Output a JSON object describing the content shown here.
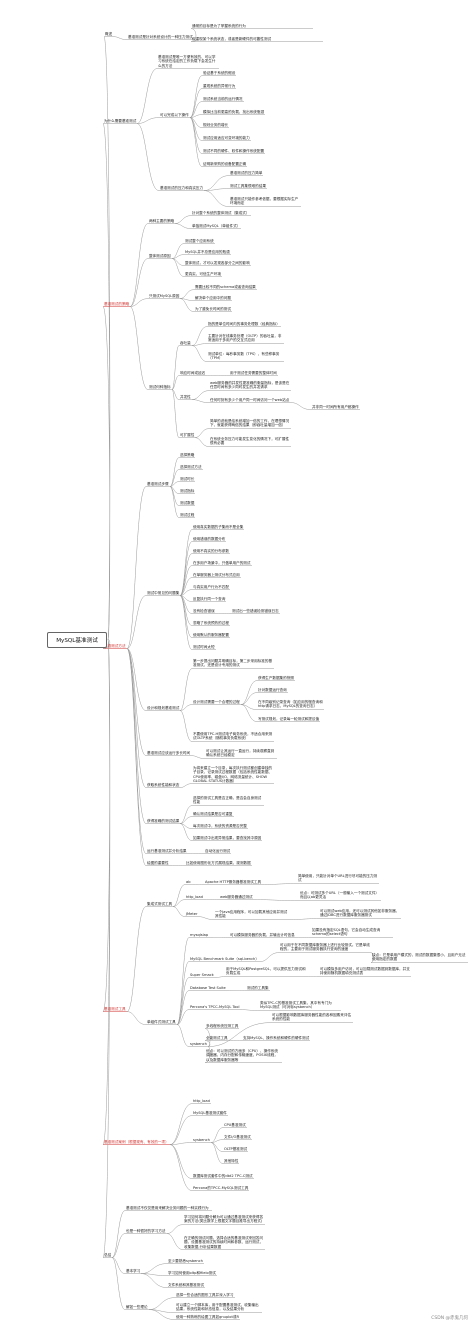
{
  "root": "MySQL基准测试",
  "watermark": "CSDN @赤鬼几何",
  "nodes": [
    {
      "id": "s1",
      "text": "概述"
    },
    {
      "id": "s1a",
      "text": "基准测试是针对系统设计的一种压力测试"
    },
    {
      "id": "s1a1",
      "text": "通常的目标是为了掌握系统的行为"
    },
    {
      "id": "s1a2",
      "text": "但重现某个系统状态，或者是新硬件的可靠性测试"
    },
    {
      "id": "s2",
      "text": "为什么需要基准测试"
    },
    {
      "id": "s2a",
      "text": "基准测试是唯一方便有效的、可以学习系统在给定的工作负载下会发生什么的方法"
    },
    {
      "id": "s2b",
      "text": "可以完成以下操作"
    },
    {
      "id": "s2b1",
      "text": "验证基于系统的假设"
    },
    {
      "id": "s2b2",
      "text": "重现系统的异常行为"
    },
    {
      "id": "s2b3",
      "text": "测试系统当前的运行情况"
    },
    {
      "id": "s2b4",
      "text": "模拟比当前更高的负载，找出系统瓶颈"
    },
    {
      "id": "s2b5",
      "text": "规划业务的增长"
    },
    {
      "id": "s2b6",
      "text": "测试应用适应可变环境的能力"
    },
    {
      "id": "s2b7",
      "text": "测试不同的硬件、软件和操作系统配置"
    },
    {
      "id": "s2b8",
      "text": "证明新采购的设备配置正确"
    },
    {
      "id": "s2c",
      "text": "基准测试的压力和真实压力"
    },
    {
      "id": "s2c1",
      "text": "基准测试的压力简单"
    },
    {
      "id": "s2c2",
      "text": "测试工具集很难的结果"
    },
    {
      "id": "s2c3",
      "text": "基准测试只能作参考依据，要根据实际生产环境而定"
    },
    {
      "id": "s3",
      "text": "基准测试的策略",
      "red": true
    },
    {
      "id": "s3a",
      "text": "两种主要的策略"
    },
    {
      "id": "s3a1",
      "text": "针对整个系统的整体测试（集成式）"
    },
    {
      "id": "s3a2",
      "text": "单独测试MySQL（单组件式）"
    },
    {
      "id": "s3b",
      "text": "整体测试原因"
    },
    {
      "id": "s3b1",
      "text": "测试整个应用系统"
    },
    {
      "id": "s3b2",
      "text": "MySQL并不总是应用的瓶颈"
    },
    {
      "id": "s3b3",
      "text": "整体测试，才可以发现各部分之间的影响"
    },
    {
      "id": "s3b4",
      "text": "更真实、可信生产环境"
    },
    {
      "id": "s3c",
      "text": "只测试MySQL原因"
    },
    {
      "id": "s3c1",
      "text": "需要比较不同的schema或者查询结果"
    },
    {
      "id": "s3c2",
      "text": "解决单个应用中的问题"
    },
    {
      "id": "s3c3",
      "text": "为了避免长时间的测试"
    },
    {
      "id": "s3d",
      "text": "测试何种指标"
    },
    {
      "id": "s3d1",
      "text": "吞吐量"
    },
    {
      "id": "s3d1a",
      "text": "指的是单位时间内的事务处理数（经典指标）"
    },
    {
      "id": "s3d1b",
      "text": "主要针对在线事务处理（OLTP）的吞吐量，非常适用于多用户的交互式应用"
    },
    {
      "id": "s3d1c",
      "text": "测试单位：每秒事务数（TPS），有些称事务（TPM）"
    },
    {
      "id": "s3d2",
      "text": "响应时间或延迟"
    },
    {
      "id": "s3d2a",
      "text": "用于测试任务需要的整体时间"
    },
    {
      "id": "s3d3",
      "text": "并发性"
    },
    {
      "id": "s3d3a",
      "text": "web服务器的并发性更准确的衡量指标，是该是在任意时间有多少同时发生的并发请求"
    },
    {
      "id": "s3d3b",
      "text": "任何时刻有多少个用户同一时间访问一个web站点"
    },
    {
      "id": "s3d3c",
      "text": "并非同一时间所有用户都操作"
    },
    {
      "id": "s3d4",
      "text": "可扩展性"
    },
    {
      "id": "s3d4a",
      "text": "简单的说就是给系统增加一倍的工作，在理想情况下，就能获得两倍的结果（即吞吐量增加一倍）"
    },
    {
      "id": "s3d4b",
      "text": "在系统业务压力可能发生变化的情况下，可扩展性很有必要"
    },
    {
      "id": "s4",
      "text": "基准测试方法",
      "red": true
    },
    {
      "id": "s4a",
      "text": "基准测试步骤"
    },
    {
      "id": "s4a1",
      "text": "选择策略"
    },
    {
      "id": "s4a2",
      "text": "选择测试方法"
    },
    {
      "id": "s4a3",
      "text": "测试时长"
    },
    {
      "id": "s4a4",
      "text": "测试指标"
    },
    {
      "id": "s4a5",
      "text": "测试数据"
    },
    {
      "id": "s4a6",
      "text": "测试过程"
    },
    {
      "id": "s4b",
      "text": "测试中常见的问题集"
    },
    {
      "id": "s4b1",
      "text": "使用真实数据的子集而不是全集"
    },
    {
      "id": "s4b2",
      "text": "使用错误的数据分布"
    },
    {
      "id": "s4b3",
      "text": "使用不真实的分布参数"
    },
    {
      "id": "s4b4",
      "text": "在多用户场景中，只做单用户的测试"
    },
    {
      "id": "s4b5",
      "text": "在单服务器上测试分布式应用"
    },
    {
      "id": "s4b6",
      "text": "与真实用户行为不匹配"
    },
    {
      "id": "s4b7",
      "text": "反复执行同一个查询"
    },
    {
      "id": "s4b8",
      "text": "没有检查错误"
    },
    {
      "id": "s4b8a",
      "text": "测试出一些错误检测错误日志"
    },
    {
      "id": "s4b9",
      "text": "忽略了系统预热的过程"
    },
    {
      "id": "s4b10",
      "text": "使用默认的服务器配置"
    },
    {
      "id": "s4b11",
      "text": "测试时间太短"
    },
    {
      "id": "s4c",
      "text": "设计和规划基准测试"
    },
    {
      "id": "s4c1",
      "text": "第一步提出问题并明确目标，第二步采用标准的基准测试，还是设计专用的测试"
    },
    {
      "id": "s4c2",
      "text": "设计测试需要一个合理的过程"
    },
    {
      "id": "s4c2a",
      "text": "获得生产数据集的快照"
    },
    {
      "id": "s4c2b",
      "text": "针对数据运行查询"
    },
    {
      "id": "s4c2c",
      "text": "在不同级别记录查询（如应用的慢查询和http请求日志，MySQL的查询日志）"
    },
    {
      "id": "s4c2d",
      "text": "写测试规划，记录每一轮测试和提议值"
    },
    {
      "id": "s4c3",
      "text": "不要使用TPC-H测试电子商务系统，不适合用来测试OLTP系统（随机事务负载系统）"
    },
    {
      "id": "s4d",
      "text": "基准测试应该运行多长时间"
    },
    {
      "id": "s4d1",
      "text": "可以测试让其运行一直运行，持续观察直到确认系统已经稳定"
    },
    {
      "id": "s4e",
      "text": "获取系统性能和状态"
    },
    {
      "id": "s4e1",
      "text": "为将来建立一个目录，每次执行测试都创建单独的子目录，记录测试过程数据（包括系统性能数据、CPU使用率、磁盘I/O、网络流量统计、SHOW GLOBAL STATUS计数器）"
    },
    {
      "id": "s4f",
      "text": "获得准确的测试结果"
    },
    {
      "id": "s4f1",
      "text": "选择的测试工具是否正确，是否会自身测试性能"
    },
    {
      "id": "s4f2",
      "text": "确认测试结果是否可重复"
    },
    {
      "id": "s4f3",
      "text": "每次测试中，系统的资源是否完整"
    },
    {
      "id": "s4f4",
      "text": "如果测试中出现异常结果，要查找其中原因"
    },
    {
      "id": "s4g",
      "text": "运行基准测试并分析结果"
    },
    {
      "id": "s4g1",
      "text": "自动化运行测试"
    },
    {
      "id": "s4h",
      "text": "绘图的重要性"
    },
    {
      "id": "s4h1",
      "text": "比如使用图形化方式展现结果，观测数据"
    },
    {
      "id": "s5",
      "text": "基准测试工具",
      "red": true
    },
    {
      "id": "s5a",
      "text": "集成式测试工具"
    },
    {
      "id": "s5a1",
      "text": "ab"
    },
    {
      "id": "s5a1a",
      "text": "Apache HTTP服务器基准测试工具"
    },
    {
      "id": "s5a1b",
      "text": "简单使用，只能针对单个URL进行尽可能的压力测试"
    },
    {
      "id": "s5a2",
      "text": "http_load"
    },
    {
      "id": "s5a2a",
      "text": "web服务器通过测试"
    },
    {
      "id": "s5a2b",
      "text": "优点：可测试多个URL（一般输入一个测试文件）而且以ab更灵活"
    },
    {
      "id": "s5a3",
      "text": "JMeter"
    },
    {
      "id": "s5a3a",
      "text": "一个Java应用程序，可以加载其他应用并测试其性能"
    },
    {
      "id": "s5a3b",
      "text": "可以测试web应用，还可以测试其他如非服务器，通过JDBC进行数据库服务器测试"
    },
    {
      "id": "s5b",
      "text": "单组件式测试工具"
    },
    {
      "id": "s5b1",
      "text": "mysqlslap"
    },
    {
      "id": "s5b1a",
      "text": "可以模拟服务器的负载，并输出计时信息"
    },
    {
      "id": "s5b1b",
      "text": "如果没有指定SQL语句，它会自动生成查询schema的select语句"
    },
    {
      "id": "s5b2",
      "text": "MySQL Benchmark Suite（sql-bench）"
    },
    {
      "id": "s5b2a",
      "text": "可以用于在不同数据库服务器上进行比较测试。它是单线程的，主要用于测试服务器执行查询的速度"
    },
    {
      "id": "s5b2b",
      "text": "缺点：它是单用户模式的，测试的数据集很小，且用户无法使用指定的数据"
    },
    {
      "id": "s5b3",
      "text": "Super Smack"
    },
    {
      "id": "s5b3a",
      "text": "用于MySQL和PostgreSQL，可以提供压力测试和负载生成"
    },
    {
      "id": "s5b3b",
      "text": "可以模拟多用户访问，可以加载测试数据到数据库，并支持使用随机数据填充测试表"
    },
    {
      "id": "s5b4",
      "text": "Database Test Suite"
    },
    {
      "id": "s5b4a",
      "text": "测试的工具集"
    },
    {
      "id": "s5b5",
      "text": "Percona's TPCC-MySQL Tool"
    },
    {
      "id": "s5b5a",
      "text": "类似TPC-C的基准测试工具集，其中有专门为MySQL测试（可对标sysbench）"
    },
    {
      "id": "s5b6",
      "text": "sysbench"
    },
    {
      "id": "s5b6a",
      "text": "可以根据影响数据库服务器性能的各种因素来评估系统的性能"
    },
    {
      "id": "s5b6b",
      "text": "多线程系统压测工具"
    },
    {
      "id": "s5b6c",
      "text": "全能测试工具"
    },
    {
      "id": "s5b6d",
      "text": "支持MySQL、操作系统和硬件的硬件测试"
    },
    {
      "id": "s5b6e",
      "text": "优点：可以测试的方面多（CPU）、操作系统调度器，内存分配和传输速度，POSIX线程，以及数据库服务器等"
    },
    {
      "id": "s6",
      "text": "基准测试案例（根据现有、有效的一项）",
      "red": true
    },
    {
      "id": "s6a",
      "text": "http_load"
    },
    {
      "id": "s6b",
      "text": "MySQL基准测试套件"
    },
    {
      "id": "s6c",
      "text": "sysbench"
    },
    {
      "id": "s6c1",
      "text": "CPU基准测试"
    },
    {
      "id": "s6c2",
      "text": "文件I/O基准测试"
    },
    {
      "id": "s6c3",
      "text": "OLTP基准测试"
    },
    {
      "id": "s6c4",
      "text": "其他特性"
    },
    {
      "id": "s6d",
      "text": "数据库测试套件中的dbt2 TPC-C测试"
    },
    {
      "id": "s6e",
      "text": "Percona的TPCC-MySQL测试工具"
    },
    {
      "id": "s7",
      "text": "总结"
    },
    {
      "id": "s7a",
      "text": "基准测试不仅仅是用来解决业务问题的一种实践行为"
    },
    {
      "id": "s7b",
      "text": "也是一种很好的学习方法"
    },
    {
      "id": "s7b1",
      "text": "学习如何将问题分解为可以通过基准测试来获得答案的方法(类比数学上根据文字题目推导出方程式)"
    },
    {
      "id": "s7b2",
      "text": "在正确的测试问题，选择合适的基准测试来回答问题，设置基准测试的持续时间和参数、运行测试，收集数据,分析结果数据"
    },
    {
      "id": "s7c",
      "text": "基本学习"
    },
    {
      "id": "s7c1",
      "text": "至少要熟悉sysbench"
    },
    {
      "id": "s7c2",
      "text": "学习如何使用oltp和fileio测试"
    },
    {
      "id": "s7c3",
      "text": "文件系统和其基准测试"
    },
    {
      "id": "s7d",
      "text": "解如一些理论"
    },
    {
      "id": "s7d1",
      "text": "选择一些合适的图形工具并深入学习"
    },
    {
      "id": "s7d2",
      "text": "可以建立一个脚本库，用于配置基准测试，收集输出结果，系统性能和状态信息，以及结果分析"
    },
    {
      "id": "s7d3",
      "text": "使用一种熟练的绘图工具如gnuplot或R"
    }
  ]
}
